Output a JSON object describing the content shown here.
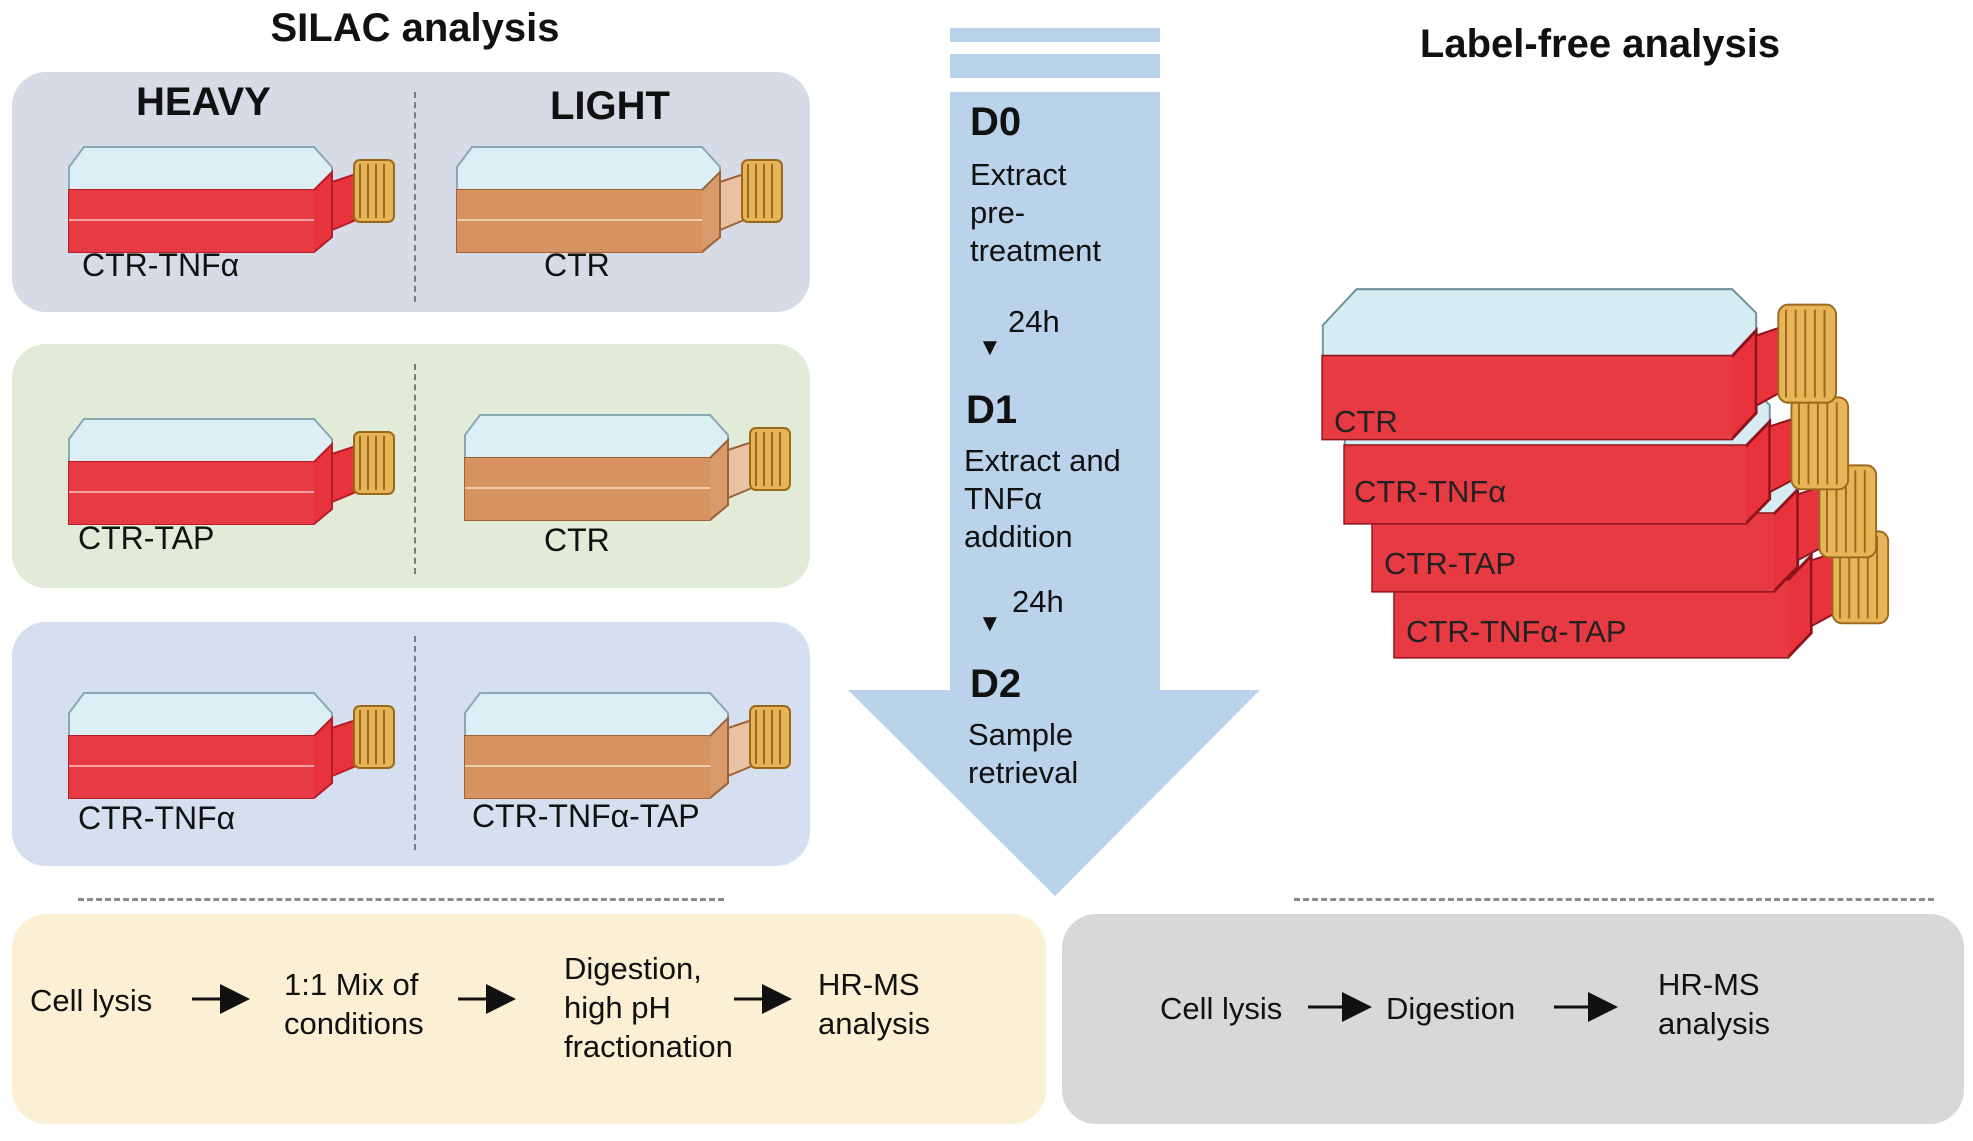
{
  "silac": {
    "title": "SILAC analysis",
    "heavy_header": "HEAVY",
    "light_header": "LIGHT",
    "rows": [
      {
        "heavy_label": "CTR-TNFα",
        "light_label": "CTR",
        "color": "#d6dbe6"
      },
      {
        "heavy_label": "CTR-TAP",
        "light_label": "CTR",
        "color": "#e1ebd8"
      },
      {
        "heavy_label": "CTR-TNFα",
        "light_label": "CTR-TNFα-TAP",
        "color": "#d5dff0"
      }
    ]
  },
  "timeline": {
    "days": [
      {
        "day": "D0",
        "lines": [
          "Extract",
          "pre-",
          "treatment"
        ]
      },
      {
        "day": "D1",
        "lines": [
          "Extract and",
          "TNFα",
          "addition"
        ]
      },
      {
        "day": "D2",
        "lines": [
          "Sample",
          "retrieval"
        ]
      }
    ],
    "intervals": [
      "24h",
      "24h"
    ],
    "color": "#bad2ea"
  },
  "labelfree": {
    "title": "Label-free analysis",
    "flasks": [
      "CTR",
      "CTR-TNFα",
      "CTR-TAP",
      "CTR-TNFα-TAP"
    ]
  },
  "silac_workflow": {
    "steps": [
      "Cell lysis",
      "1:1 Mix of\nconditions",
      "Digestion,\nhigh pH\nfractionation",
      "HR-MS\nanalysis"
    ],
    "color": "#fbf0d4"
  },
  "labelfree_workflow": {
    "steps": [
      "Cell lysis",
      "Digestion",
      "HR-MS\nanalysis"
    ],
    "color": "#d8d8d8"
  },
  "colors": {
    "heavy_medium": "#e8323c",
    "light_medium": "#d99a6c",
    "cap": "#e8b458",
    "glass": "#cfe6ee"
  }
}
